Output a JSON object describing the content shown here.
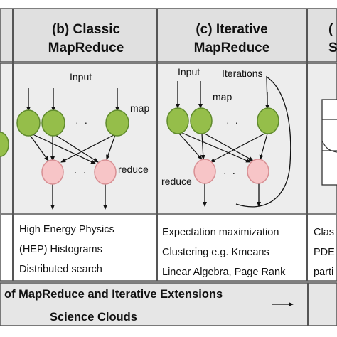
{
  "colors": {
    "header_bg": "#e0e0e0",
    "panel_bg": "#ededed",
    "text_bg": "#ffffff",
    "map_node": "#95be4a",
    "map_node_stroke": "#5f8a2c",
    "reduce_node": "#f7c5c7",
    "reduce_node_stroke": "#d88f93",
    "border": "#555555"
  },
  "panel_b": {
    "title_line1": "(b) Classic",
    "title_line2": "MapReduce",
    "input_label": "Input",
    "map_label": "map",
    "reduce_label": "reduce",
    "ellipsis": "·  ·",
    "examples": [
      "High Energy Physics",
      "(HEP) Histograms",
      "Distributed search"
    ]
  },
  "panel_c": {
    "title_line1": "(c) Iterative",
    "title_line2": "MapReduce",
    "input_label": "Input",
    "iterations_label": "Iterations",
    "map_label": "map",
    "reduce_label": "reduce",
    "ellipsis": "·  ·",
    "examples": [
      "Expectation maximization",
      "Clustering e.g. Kmeans",
      "Linear Algebra, Page Rank"
    ]
  },
  "panel_d": {
    "title_line1": "(",
    "title_line2": "S",
    "examples": [
      "Clas",
      "PDE",
      "parti"
    ]
  },
  "footer": {
    "line1": "of MapReduce and Iterative Extensions",
    "line2": "Science Clouds"
  }
}
